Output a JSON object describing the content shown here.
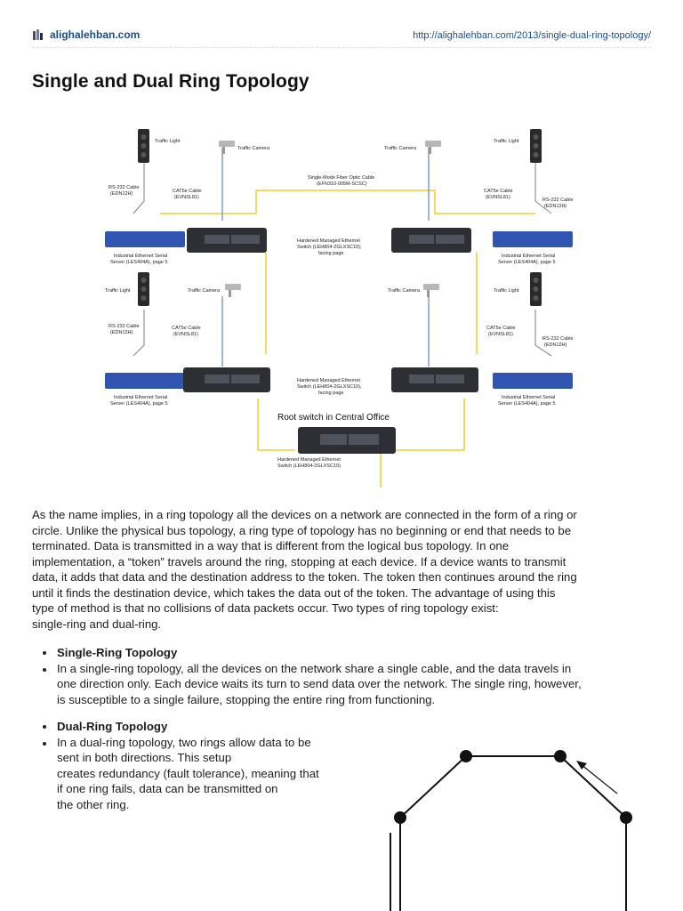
{
  "header": {
    "site": "alighalehban.com",
    "url": "http://alighalehban.com/2013/single-dual-ring-topology/"
  },
  "title": "Single and Dual Ring Topology",
  "diagram": {
    "top_left_light": "Traffic Light",
    "top_left_camera": "Traffic Camera",
    "top_right_camera": "Traffic Camera",
    "top_right_light": "Traffic Light",
    "top_fiber_1": "Single-Mode Fiber Optic Cable",
    "top_fiber_2": "(EFN310-005M-SCSC)",
    "top_left_rs232_1": "RS-232 Cable",
    "top_left_rs232_2": "(EDN12H)",
    "top_left_cat5_1": "CAT5e Cable",
    "top_left_cat5_2": "(EVNSL81)",
    "top_right_cat5_1": "CAT5e Cable",
    "top_right_cat5_2": "(EVNSL81)",
    "top_right_rs232_1": "RS-232 Cable",
    "top_right_rs232_2": "(EDN12H)",
    "top_left_server_1": "Industrial Ethernet Serial",
    "top_left_server_2": "Server (LES404A), page 5",
    "top_mid_switch_1": "Hardened Managed Ethernet",
    "top_mid_switch_2": "Switch (LEH804-2GLXSC10),",
    "top_mid_switch_3": "facing page",
    "top_right_server_1": "Industrial Ethernet Serial",
    "top_right_server_2": "Server (LES404A), page 5",
    "mid_left_light": "Traffic Light",
    "mid_left_camera": "Traffic Camera",
    "mid_right_camera": "Traffic Camera",
    "mid_right_light": "Traffic Light",
    "mid_left_rs232_1": "RS-232 Cable",
    "mid_left_rs232_2": "(EDN12H)",
    "mid_left_cat5_1": "CAT5e Cable",
    "mid_left_cat5_2": "(EVNSL81)",
    "mid_right_cat5_1": "CAT5e Cable",
    "mid_right_cat5_2": "(EVNSL81)",
    "mid_right_rs232_1": "RS-232 Cable",
    "mid_right_rs232_2": "(EDN12H)",
    "bot_left_server_1": "Industrial Ethernet Serial",
    "bot_left_server_2": "Server (LES404A), page 5",
    "bot_mid_switch_1": "Hardened Managed Ethernet",
    "bot_mid_switch_2": "Switch (LEH804-2GLXSC10),",
    "bot_mid_switch_3": "facing page",
    "bot_right_server_1": "Industrial Ethernet Serial",
    "bot_right_server_2": "Server (LES404A), page 5",
    "root_label": "Root switch in Central Office",
    "root_switch_1": "Hardened Managed Ethernet",
    "root_switch_2": "Switch (LEH804-2GLXSC10)",
    "colors": {
      "fiber": "#f1d64a",
      "copper": "#6a8fcf",
      "serial": "#7a7a7a",
      "device": "#2d2f35",
      "server": "#2f55b0"
    }
  },
  "body": {
    "lines": [
      "As the name implies, in a ring topology all the devices on a network are connected in the form of a ring or",
      "circle. Unlike the physical bus topology, a ring type of topology has no beginning or end that needs to be",
      "terminated. Data is transmitted in a way that is different from the logical bus topology. In one",
      "implementation, a “token” travels around the ring, stopping at each  device. If a device wants to transmit",
      "data, it adds that data and the destination address to the token. The token then continues around the ring",
      "until it finds the destination device, which takes the data out of the token. The advantage of using this",
      "type of method is that no collisions of data packets occur. Two types of ring topology exist:",
      "single-ring and dual-ring."
    ]
  },
  "bullets": {
    "single_heading": "Single-Ring Topology",
    "single_lines": [
      "In a single-ring topology, all the devices on the network share a single cable, and the data  travels in",
      "one direction only. Each device waits its turn to send data over the network. The single ring, however,",
      "is susceptible to a single failure, stopping the entire ring from functioning."
    ],
    "dual_heading": "Dual-Ring Topology",
    "dual_lines": [
      "In a dual-ring topology, two rings allow data to be",
      "sent in both directions. This setup",
      "creates redundancy (fault tolerance), meaning that",
      "if one ring fails, data can be transmitted on",
      "the other ring."
    ]
  }
}
